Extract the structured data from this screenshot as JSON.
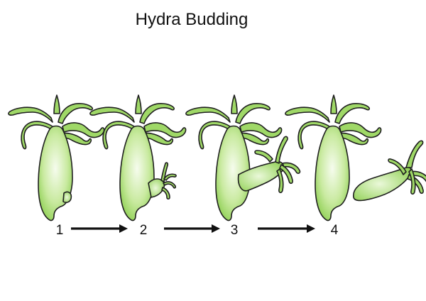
{
  "title": "Hydra Budding",
  "stages": [
    {
      "label": "1"
    },
    {
      "label": "2"
    },
    {
      "label": "3"
    },
    {
      "label": "4"
    }
  ],
  "colors": {
    "body_light": "#f4fbe8",
    "body_dark": "#8dcf4f",
    "outline": "#1f1f1f",
    "arrow": "#111111"
  }
}
